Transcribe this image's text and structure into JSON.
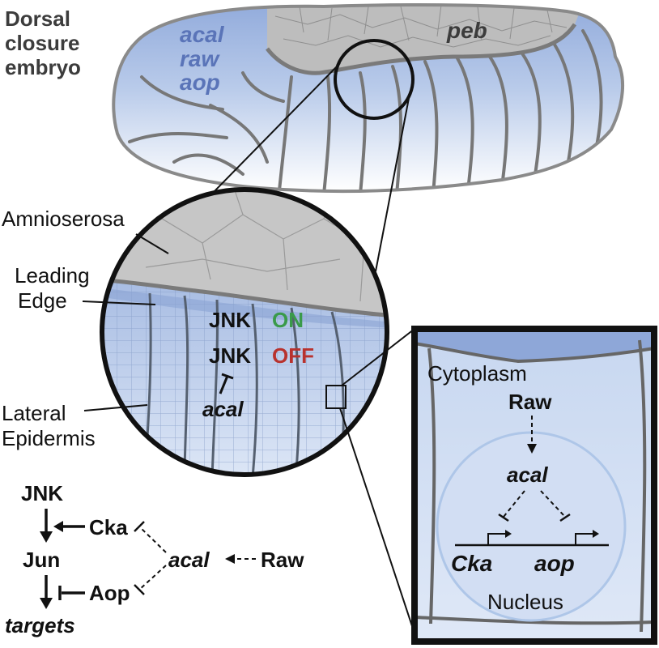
{
  "embryo": {
    "title_lines": [
      "Dorsal",
      "closure",
      "embryo"
    ],
    "genes_left": [
      "acal",
      "raw",
      "aop"
    ],
    "gene_right": "peb",
    "title_color": "#3c3c3c",
    "gene_left_color": "#5a74b8",
    "gene_right_color": "#3c3c3c"
  },
  "zoom_labels": {
    "amnioserosa": "Amnioserosa",
    "leading_edge_lines": [
      "Leading",
      "Edge"
    ],
    "lateral_epidermis_lines": [
      "Lateral",
      "Epidermis"
    ]
  },
  "jnk_state": {
    "on_prefix": "JNK",
    "on_word": "ON",
    "off_prefix": "JNK",
    "off_word": "OFF",
    "inhibitor": "acal",
    "on_color": "#3a9a4a",
    "off_color": "#b8322e"
  },
  "cell_inset": {
    "cytoplasm": "Cytoplasm",
    "activator": "Raw",
    "mediator": "acal",
    "targets": [
      "Cka",
      "aop"
    ],
    "nucleus": "Nucleus"
  },
  "pathway": {
    "top": "JNK",
    "middle": "Jun",
    "bottom": "targets",
    "cka": "Cka",
    "aop": "Aop",
    "acal": "acal",
    "raw": "Raw"
  },
  "colors": {
    "blue_tissue": "#9db5e0",
    "light_blue": "#d6e3f5",
    "grey_tissue": "#c8c8c8",
    "outline": "#111111"
  }
}
